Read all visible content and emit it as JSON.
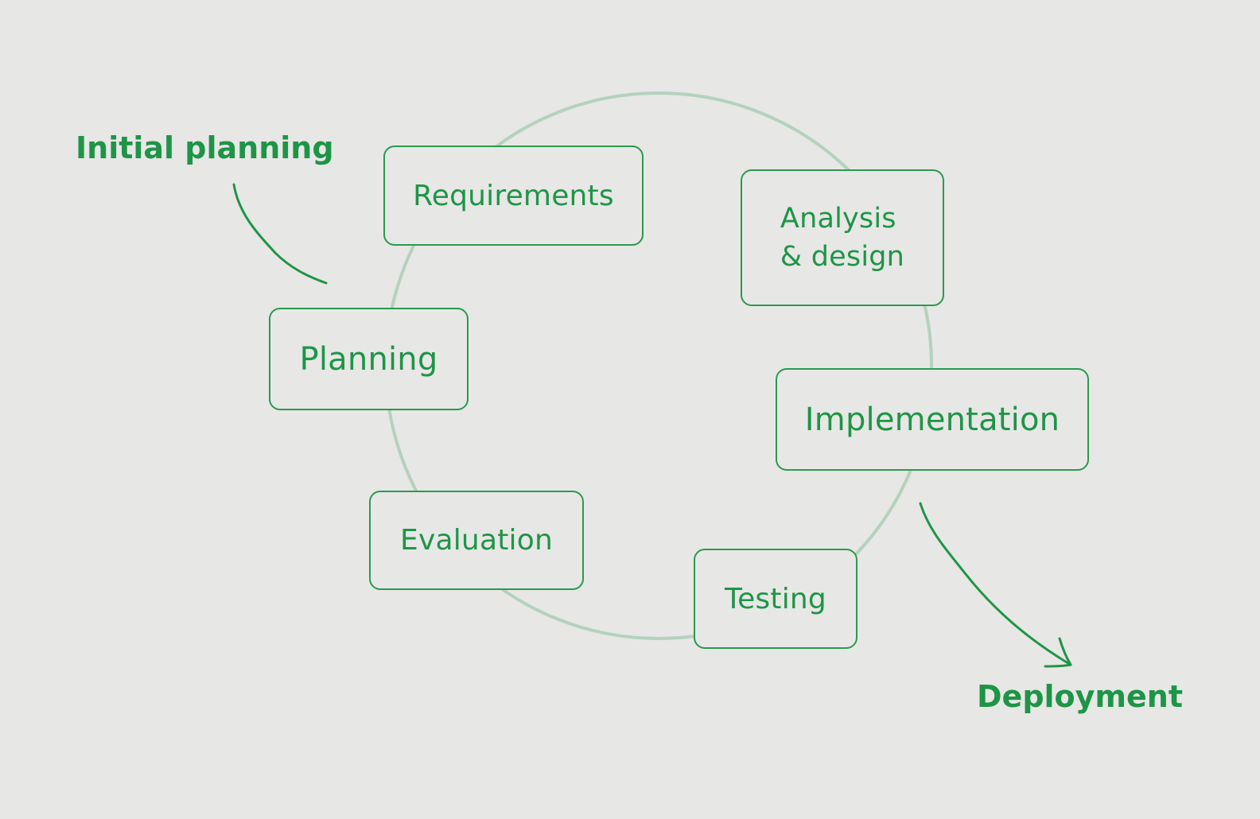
{
  "colors": {
    "background": "#e7e7e6",
    "accent": "#1e9546",
    "ring": "#b4d2bd"
  },
  "diagram": {
    "stages": [
      {
        "id": "requirements",
        "label": "Requirements"
      },
      {
        "id": "analysis-design",
        "label": "Analysis\n& design"
      },
      {
        "id": "implementation",
        "label": "Implementation"
      },
      {
        "id": "testing",
        "label": "Testing"
      },
      {
        "id": "evaluation",
        "label": "Evaluation"
      },
      {
        "id": "planning",
        "label": "Planning"
      }
    ],
    "callouts": {
      "start": "Initial planning",
      "end": "Deployment"
    }
  }
}
